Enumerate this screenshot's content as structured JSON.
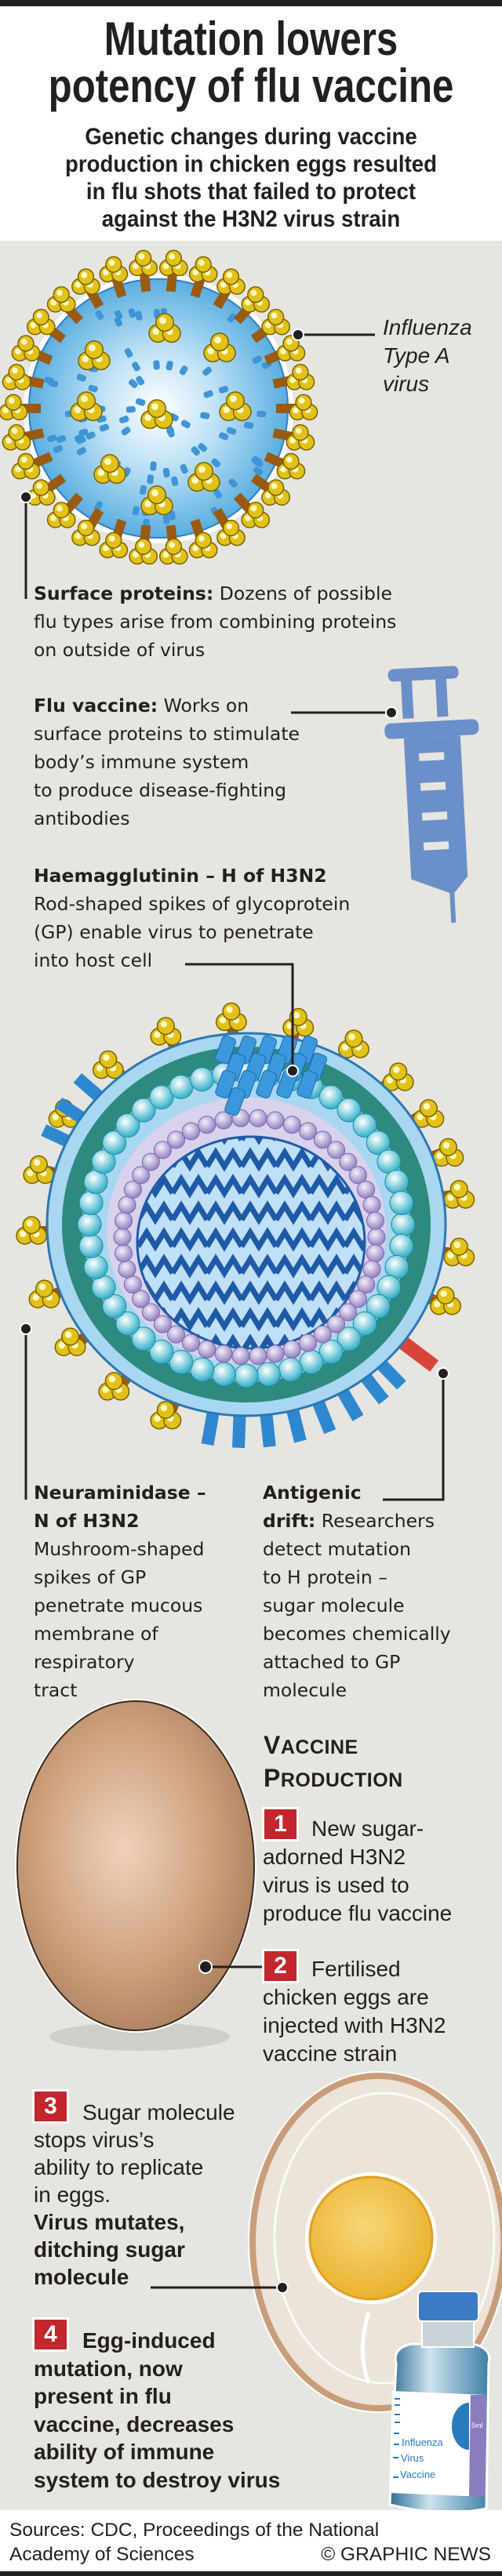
{
  "header": {
    "title_lines": [
      "Mutation lowers",
      "potency of flu vaccine"
    ],
    "subtitle_lines": [
      "Genetic changes during vaccine",
      "production in chicken eggs resulted",
      "in flu shots that failed to protect",
      "against the H3N2 virus strain"
    ]
  },
  "virus_label": {
    "lines": [
      "Influenza",
      "Type A",
      "virus"
    ]
  },
  "surface_proteins": {
    "label": "Surface proteins:",
    "lines": [
      " Dozens of possible",
      "flu types arise from combining proteins",
      "on outside of virus"
    ]
  },
  "flu_vaccine": {
    "label": "Flu vaccine:",
    "lines": [
      " Works on",
      "surface proteins to stimulate",
      "body’s immune system",
      "to produce disease-fighting",
      "antibodies"
    ]
  },
  "haemagglutinin": {
    "label": "Haemagglutinin – H of H3N2",
    "lines": [
      "Rod-shaped spikes of glycoprotein",
      "(GP) enable virus to penetrate",
      "into host cell"
    ]
  },
  "neuraminidase": {
    "label_lines": [
      "Neuraminidase –",
      "N of H3N2"
    ],
    "lines": [
      "Mushroom-shaped",
      "spikes of GP",
      "penetrate mucous",
      "membrane of",
      "respiratory",
      "tract"
    ]
  },
  "antigenic_drift": {
    "label_lines": [
      "Antigenic",
      "drift:"
    ],
    "lines": [
      " Researchers",
      "detect mutation",
      "to H protein –",
      "sugar molecule",
      "becomes chemically",
      "attached to GP",
      "molecule"
    ]
  },
  "vaccine_production": {
    "heading_lines": [
      [
        "V",
        "ACCINE"
      ],
      [
        "P",
        "RODUCTION"
      ]
    ],
    "steps": [
      {
        "number": "1",
        "lines": [
          "New sugar-",
          "adorned H3N2",
          "virus is used to",
          "produce flu vaccine"
        ]
      },
      {
        "number": "2",
        "lines": [
          "Fertilised",
          "chicken eggs are",
          "injected with H3N2",
          "vaccine strain"
        ]
      },
      {
        "number": "3",
        "lines": [
          "Sugar molecule",
          "stops virus’s",
          "ability to replicate",
          "in eggs."
        ],
        "bold_lines": [
          "Virus mutates,",
          "ditching sugar",
          "molecule"
        ]
      },
      {
        "number": "4",
        "bold_lines": [
          "Egg-induced",
          "mutation, now",
          "present in flu",
          "vaccine, decreases",
          "ability of immune",
          "system to destroy virus"
        ]
      }
    ]
  },
  "vial": {
    "label_lines": [
      "Influenza",
      "Virus",
      "Vaccine"
    ],
    "volume": "5ml"
  },
  "footer": {
    "sources_lines": [
      "Sources: CDC, Proceedings of the National",
      "Academy of Sciences"
    ],
    "credit": "© GRAPHIC NEWS"
  },
  "colors": {
    "background": "#e6e5df",
    "badge_red": "#c1272d",
    "syringe_blue": "#6b8fc8",
    "spike_yellow": "#e2c21a",
    "egg_brown": "#b88a66",
    "yolk": "#efc042"
  }
}
